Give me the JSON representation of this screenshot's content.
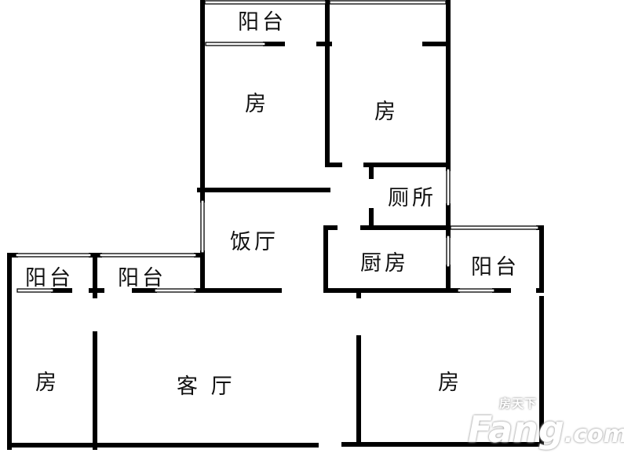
{
  "rooms": {
    "balcony_top": "阳台",
    "bedroom_top_left": "房",
    "bedroom_top_right": "房",
    "toilet": "厕所",
    "dining": "饭厅",
    "kitchen": "厨房",
    "balcony_right": "阳台",
    "balcony_left_1": "阳台",
    "balcony_left_2": "阳台",
    "bedroom_left": "房",
    "living_room": "客 厅",
    "bedroom_right": "房"
  },
  "watermark": {
    "brand_cn": "房天下",
    "brand_big": "Fang",
    "brand_suffix": ".com"
  },
  "colors": {
    "wall": "#000000",
    "background": "#ffffff"
  }
}
